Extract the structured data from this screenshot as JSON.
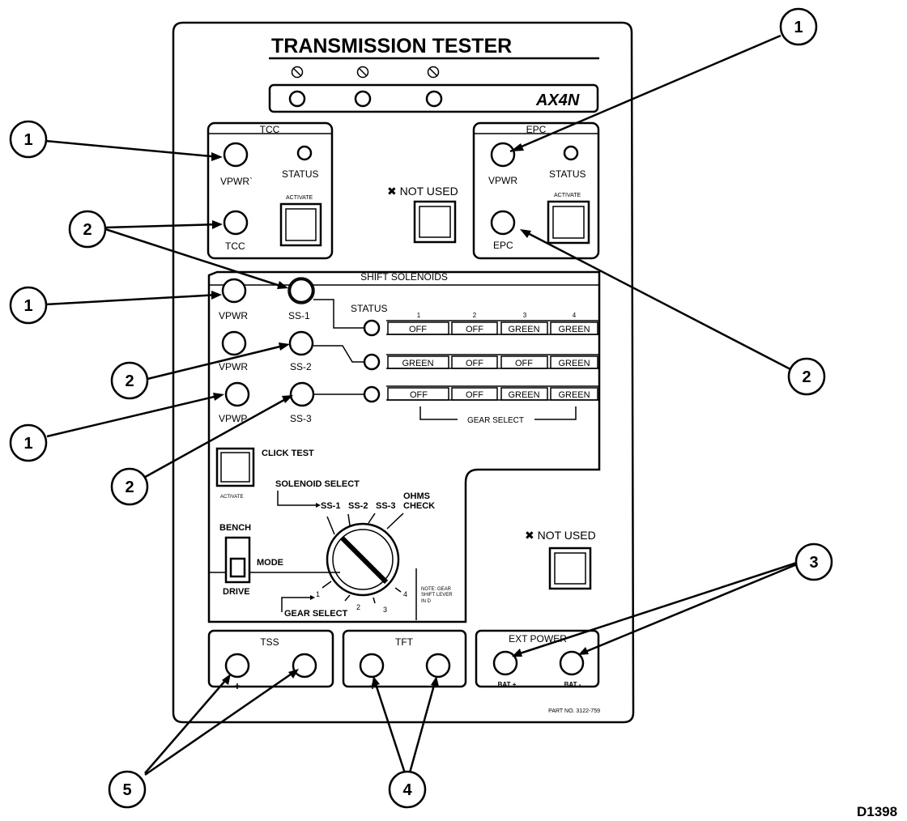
{
  "title": "TRANSMISSION TESTER",
  "model": "AX4N",
  "tcc": {
    "header": "TCC",
    "vpwr": "VPWR`",
    "status": "STATUS",
    "activate": "ACTIVATE",
    "tcc": "TCC"
  },
  "epc": {
    "header": "EPC",
    "vpwr": "VPWR",
    "status": "STATUS",
    "activate": "ACTIVATE",
    "epc": "EPC"
  },
  "not_used": "✖ NOT USED",
  "shift_solenoids": {
    "header": "SHIFT SOLENOIDS",
    "status": "STATUS",
    "gear_numbers": [
      "1",
      "2",
      "3",
      "4"
    ],
    "rows": [
      {
        "vpwr": "VPWR",
        "ss": "SS-1",
        "cells": [
          "OFF",
          "OFF",
          "GREEN",
          "GREEN"
        ]
      },
      {
        "vpwr": "VPWR",
        "ss": "SS-2",
        "cells": [
          "GREEN",
          "OFF",
          "OFF",
          "GREEN"
        ]
      },
      {
        "vpwr": "VPWP",
        "ss": "SS-3",
        "cells": [
          "OFF",
          "OFF",
          "GREEN",
          "GREEN"
        ]
      }
    ],
    "gear_select": "GEAR SELECT"
  },
  "click_test": {
    "label": "CLICK TEST",
    "activate": "ACTIVATE"
  },
  "selector": {
    "solenoid_select": "SOLENOID SELECT",
    "positions": [
      "SS-1",
      "SS-2",
      "SS-3"
    ],
    "ohms": "OHMS",
    "check": "CHECK",
    "gear_numbers": [
      "1",
      "2",
      "3",
      "4"
    ],
    "gear_select": "GEAR SELECT",
    "note_lines": [
      "NOTE: GEAR",
      "SHIFT LEVER",
      "IN D"
    ]
  },
  "mode": {
    "bench": "BENCH",
    "mode": "MODE",
    "drive": "DRIVE"
  },
  "tss": {
    "header": "TSS",
    "plus": "+",
    "minus": "-"
  },
  "tft": {
    "header": "TFT",
    "plus": "+",
    "minus": "-"
  },
  "ext_power": {
    "header": "EXT POWER",
    "bat_plus": "BAT +",
    "bat_minus": "BAT -"
  },
  "part_no": "PART NO. 3122-759",
  "callouts": [
    "1",
    "1",
    "1",
    "1",
    "2",
    "2",
    "2",
    "2",
    "3",
    "4",
    "5"
  ],
  "figure_id": "D1398"
}
